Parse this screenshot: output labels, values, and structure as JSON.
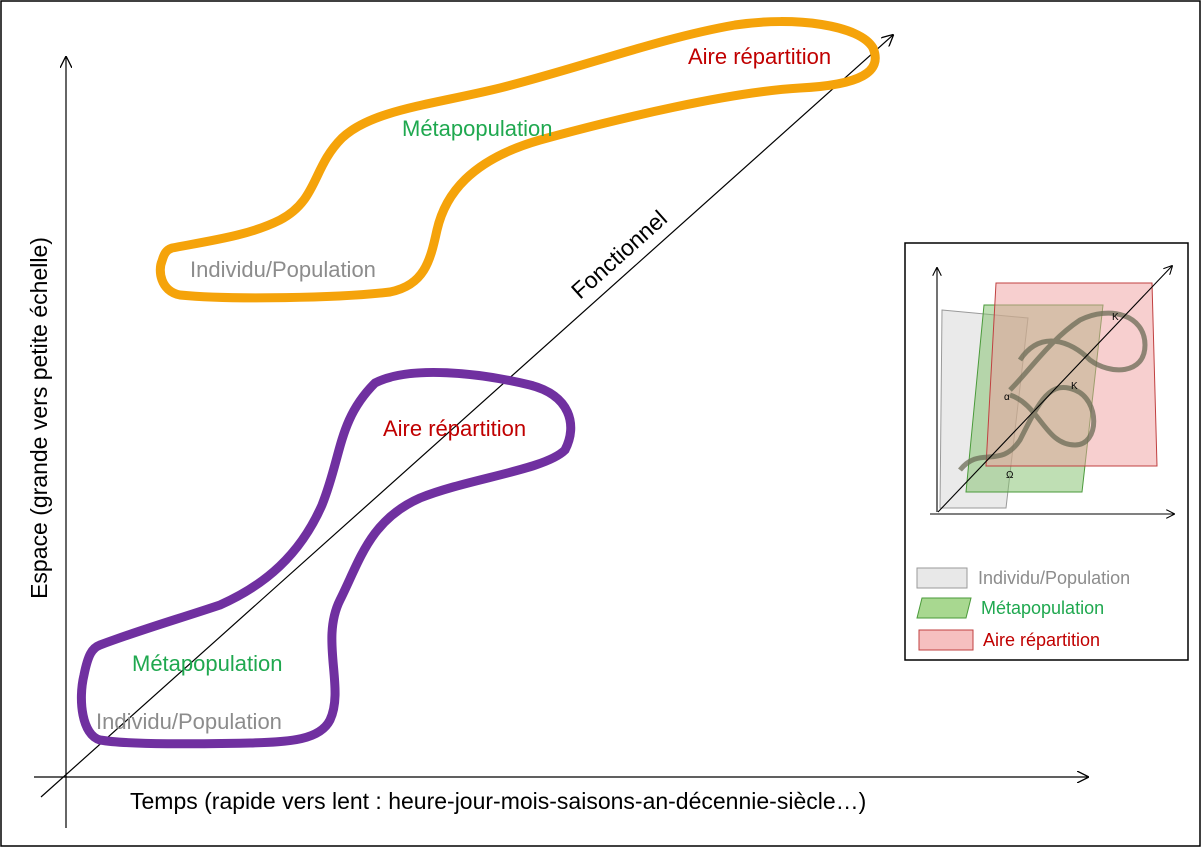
{
  "axes": {
    "x_label": "Temps (rapide vers lent : heure-jour-mois-saisons-an-décennie-siècle…)",
    "y_label": "Espace (grande vers petite échelle)",
    "diagonal_label": "Fonctionnel"
  },
  "orange_loop": {
    "color": "#f5a30a",
    "labels": {
      "individu": "Individu/Population",
      "metapopulation": "Métapopulation",
      "aire": "Aire répartition"
    }
  },
  "purple_loop": {
    "color": "#7030a0",
    "labels": {
      "aire": "Aire répartition",
      "metapopulation": "Métapopulation",
      "individu": "Individu/Population"
    }
  },
  "label_colors": {
    "individu": "#8c8c8c",
    "metapopulation": "#1fa84f",
    "aire": "#c00000"
  },
  "inset": {
    "legend": [
      {
        "label": "Individu/Population",
        "color": "#8c8c8c"
      },
      {
        "label": "Métapopulation",
        "color": "#1fa84f"
      },
      {
        "label": "Aire répartition",
        "color": "#c00000"
      }
    ],
    "glyphs": {
      "alpha": "α",
      "k_upper": "K",
      "k_lower": "K",
      "omega": "Ω"
    }
  }
}
